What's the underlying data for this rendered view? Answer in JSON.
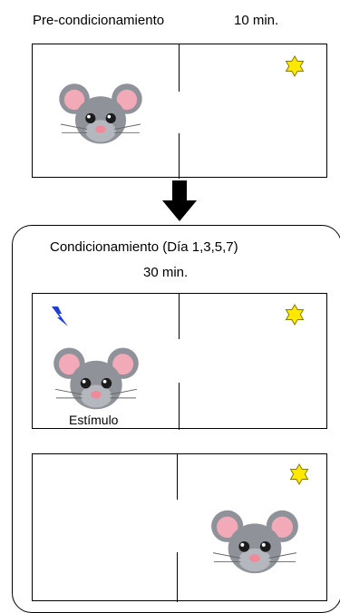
{
  "pre": {
    "title": "Pre-condicionamiento",
    "duration": "10 min."
  },
  "conditioning": {
    "title": "Condicionamiento (Día 1,3,5,7)",
    "duration": "30 min.",
    "stimulus_label": "Estímulo"
  },
  "icons": {
    "mouse": "mouse-face-icon",
    "star": "star-icon",
    "shock": "lightning-icon",
    "arrow": "arrow-down-icon"
  },
  "colors": {
    "star_fill": "#ffe800",
    "star_stroke": "#8a7a00",
    "shock": "#1f3cd6",
    "mouse_body": "#8f9299",
    "ear_inner": "#f2aab8",
    "nose": "#f08a9a"
  }
}
